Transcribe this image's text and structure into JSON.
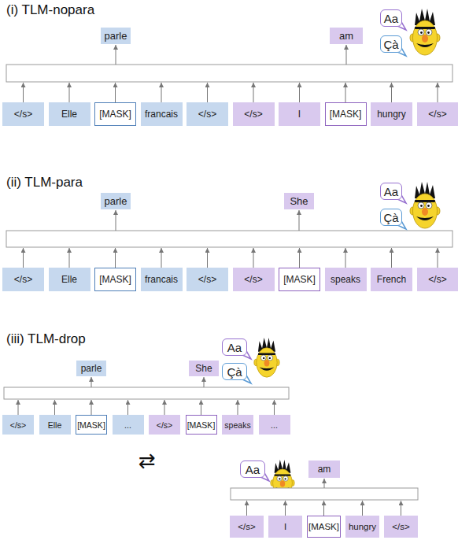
{
  "diagram": {
    "nodes": [
      {
        "text": [
          "parle"
        ]
      },
      {
        "text": [
          "am"
        ]
      },
      {
        "text": [
          "Aa"
        ]
      },
      {
        "text": [
          "Çà"
        ]
      },
      {
        "text": [
          "</s>"
        ]
      },
      {
        "text": [
          "Elle"
        ]
      },
      {
        "text": [
          "[MASK]"
        ]
      },
      {
        "text": [
          "francais"
        ]
      },
      {
        "text": [
          "</s>"
        ]
      },
      {
        "text": [
          "</s>"
        ]
      },
      {
        "text": [
          "I"
        ]
      },
      {
        "text": [
          "[MASK]"
        ]
      },
      {
        "text": [
          "hungry"
        ]
      },
      {
        "text": [
          "</s>"
        ]
      },
      {
        "text": [
          "parle"
        ]
      },
      {
        "text": [
          "She"
        ]
      },
      {
        "text": [
          "Aa"
        ]
      },
      {
        "text": [
          "Çà"
        ]
      },
      {
        "text": [
          "</s>"
        ]
      },
      {
        "text": [
          "Elle"
        ]
      },
      {
        "text": [
          "[MASK]"
        ]
      },
      {
        "text": [
          "francais"
        ]
      },
      {
        "text": [
          "</s>"
        ]
      },
      {
        "text": [
          "</s>"
        ]
      },
      {
        "text": [
          "[MASK]"
        ]
      },
      {
        "text": [
          "speaks"
        ]
      },
      {
        "text": [
          "French"
        ]
      },
      {
        "text": [
          "</s>"
        ]
      },
      {
        "text": [
          "parle"
        ]
      },
      {
        "text": [
          "She"
        ]
      },
      {
        "text": [
          "Aa"
        ]
      },
      {
        "text": [
          "Çà"
        ]
      },
      {
        "text": [
          "</s>"
        ]
      },
      {
        "text": [
          "Elle"
        ]
      },
      {
        "text": [
          "[MASK]"
        ]
      },
      {
        "text": [
          "..."
        ]
      },
      {
        "text": [
          "</s>"
        ]
      },
      {
        "text": [
          "[MASK]"
        ]
      },
      {
        "text": [
          "speaks"
        ]
      },
      {
        "text": [
          "..."
        ]
      },
      {
        "text": [
          "Aa"
        ]
      },
      {
        "text": [
          "am"
        ]
      },
      {
        "text": [
          "</s>"
        ]
      },
      {
        "text": [
          "I"
        ]
      },
      {
        "text": [
          "[MASK]"
        ]
      },
      {
        "text": [
          "hungry"
        ]
      },
      {
        "text": [
          "</s>"
        ]
      }
    ],
    "labels": [
      "(i) TLM-nopara",
      "(ii) TLM-para",
      "(iii) TLM-drop",
      "⇄"
    ]
  }
}
